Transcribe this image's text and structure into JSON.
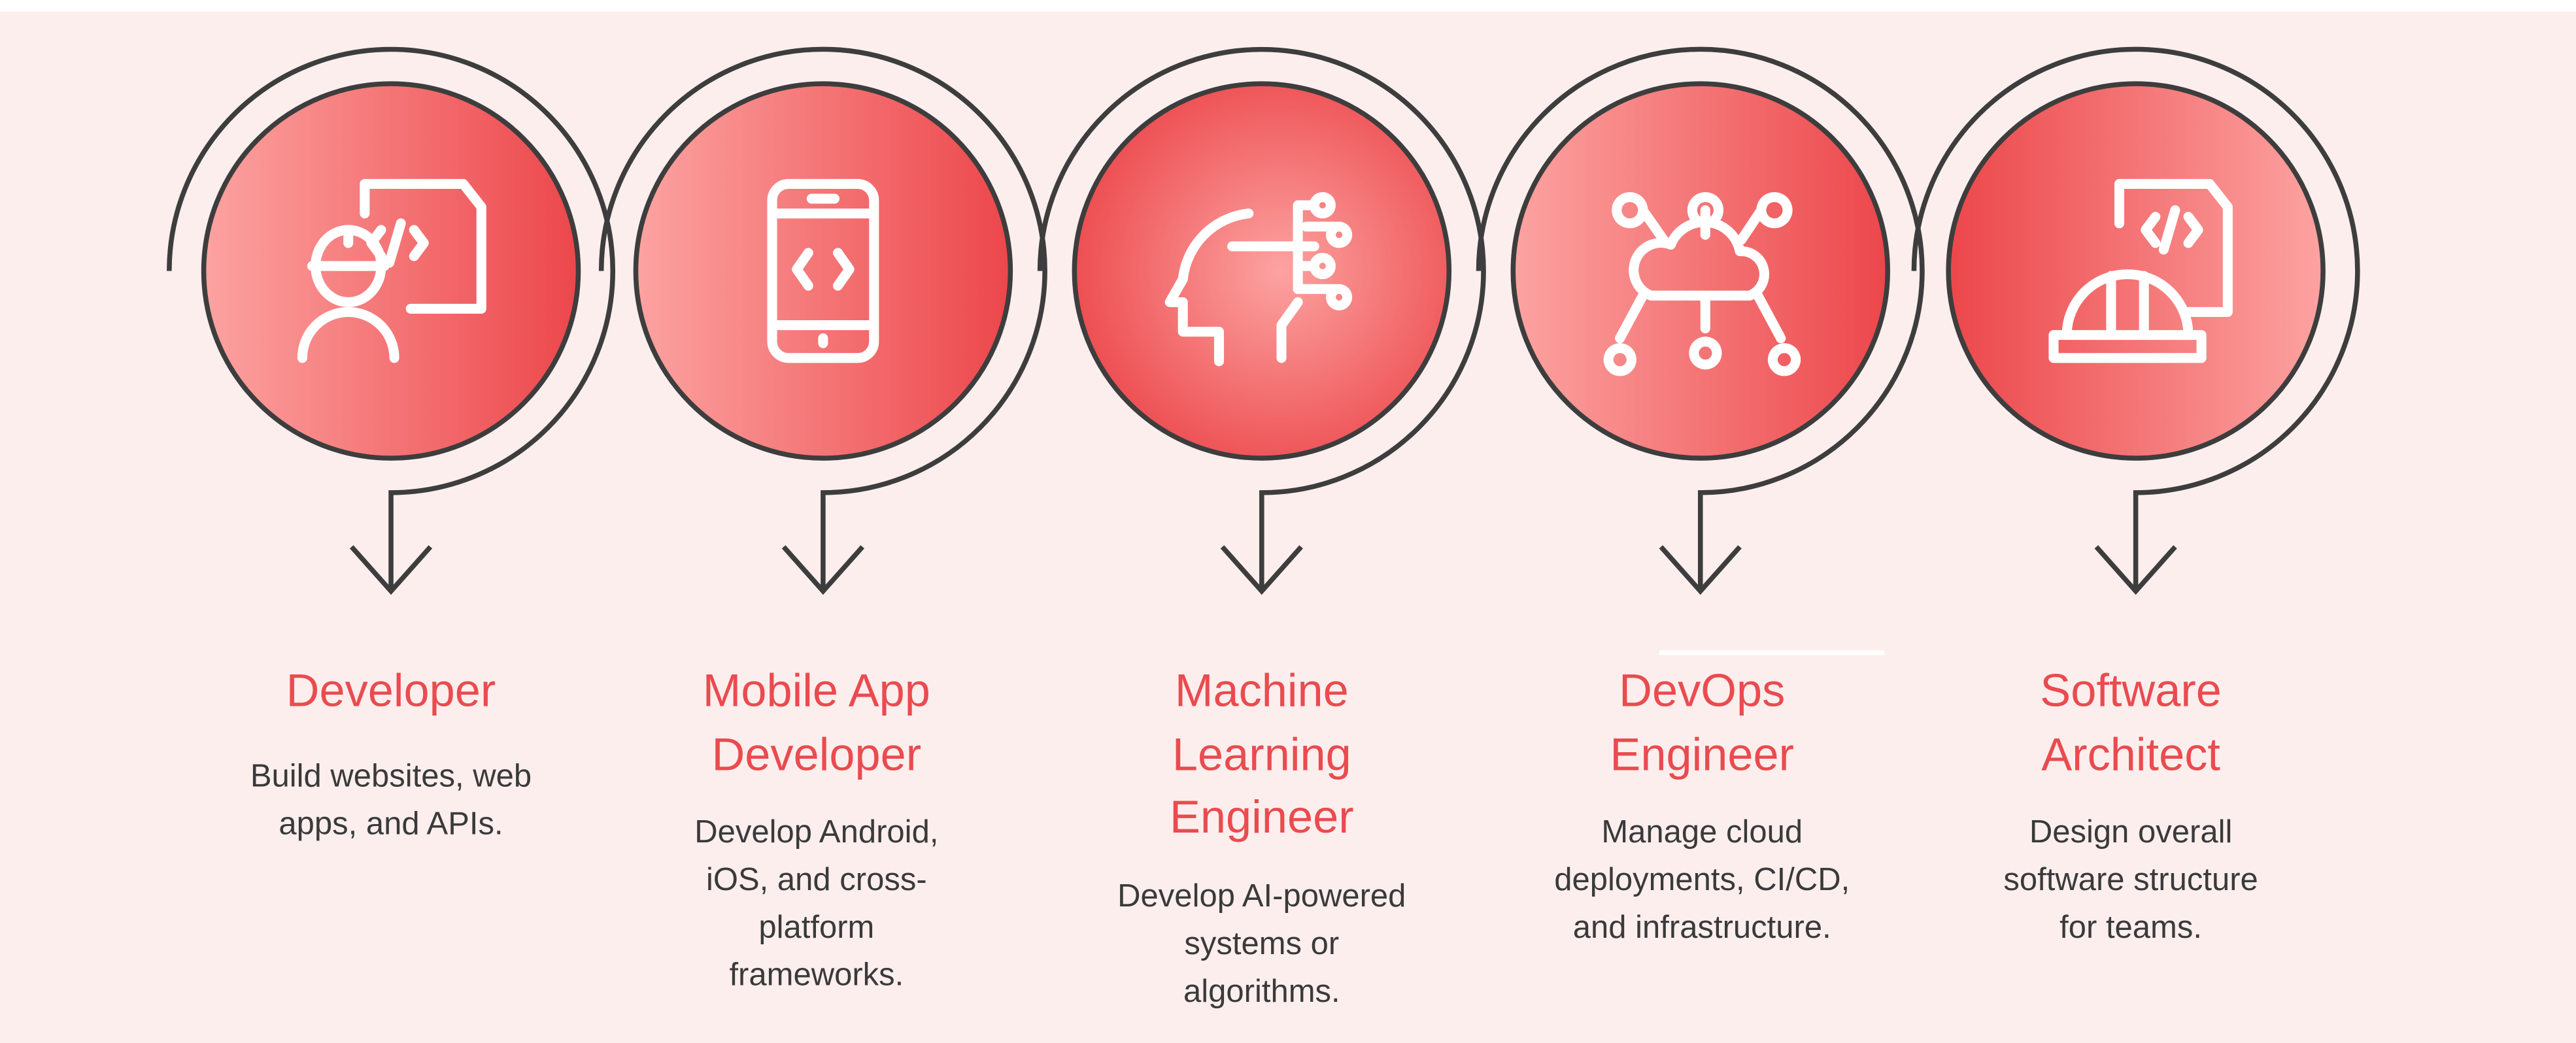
{
  "colors": {
    "background": "#fdeeee",
    "accent": "#ea4b4f",
    "stroke": "#3d3d3d",
    "text": "#3a3a3a"
  },
  "steps": [
    {
      "icon": "developer-hardhat-code-icon",
      "title": [
        "Developer"
      ],
      "desc": [
        "Build websites, web",
        "apps, and APIs."
      ]
    },
    {
      "icon": "mobile-phone-code-icon",
      "title": [
        "Mobile App",
        "Developer"
      ],
      "desc": [
        "Develop Android,",
        "iOS, and cross-",
        "platform",
        "frameworks."
      ]
    },
    {
      "icon": "ai-head-circuit-icon",
      "title": [
        "Machine",
        "Learning",
        "Engineer"
      ],
      "desc": [
        "Develop AI-powered",
        "systems or",
        "algorithms."
      ]
    },
    {
      "icon": "cloud-network-icon",
      "title": [
        "DevOps",
        "Engineer"
      ],
      "desc": [
        "Manage cloud",
        "deployments, CI/CD,",
        "and infrastructure."
      ]
    },
    {
      "icon": "hardhat-code-document-icon",
      "title": [
        "Software",
        "Architect"
      ],
      "desc": [
        "Design overall",
        "software structure",
        "for teams."
      ]
    }
  ]
}
